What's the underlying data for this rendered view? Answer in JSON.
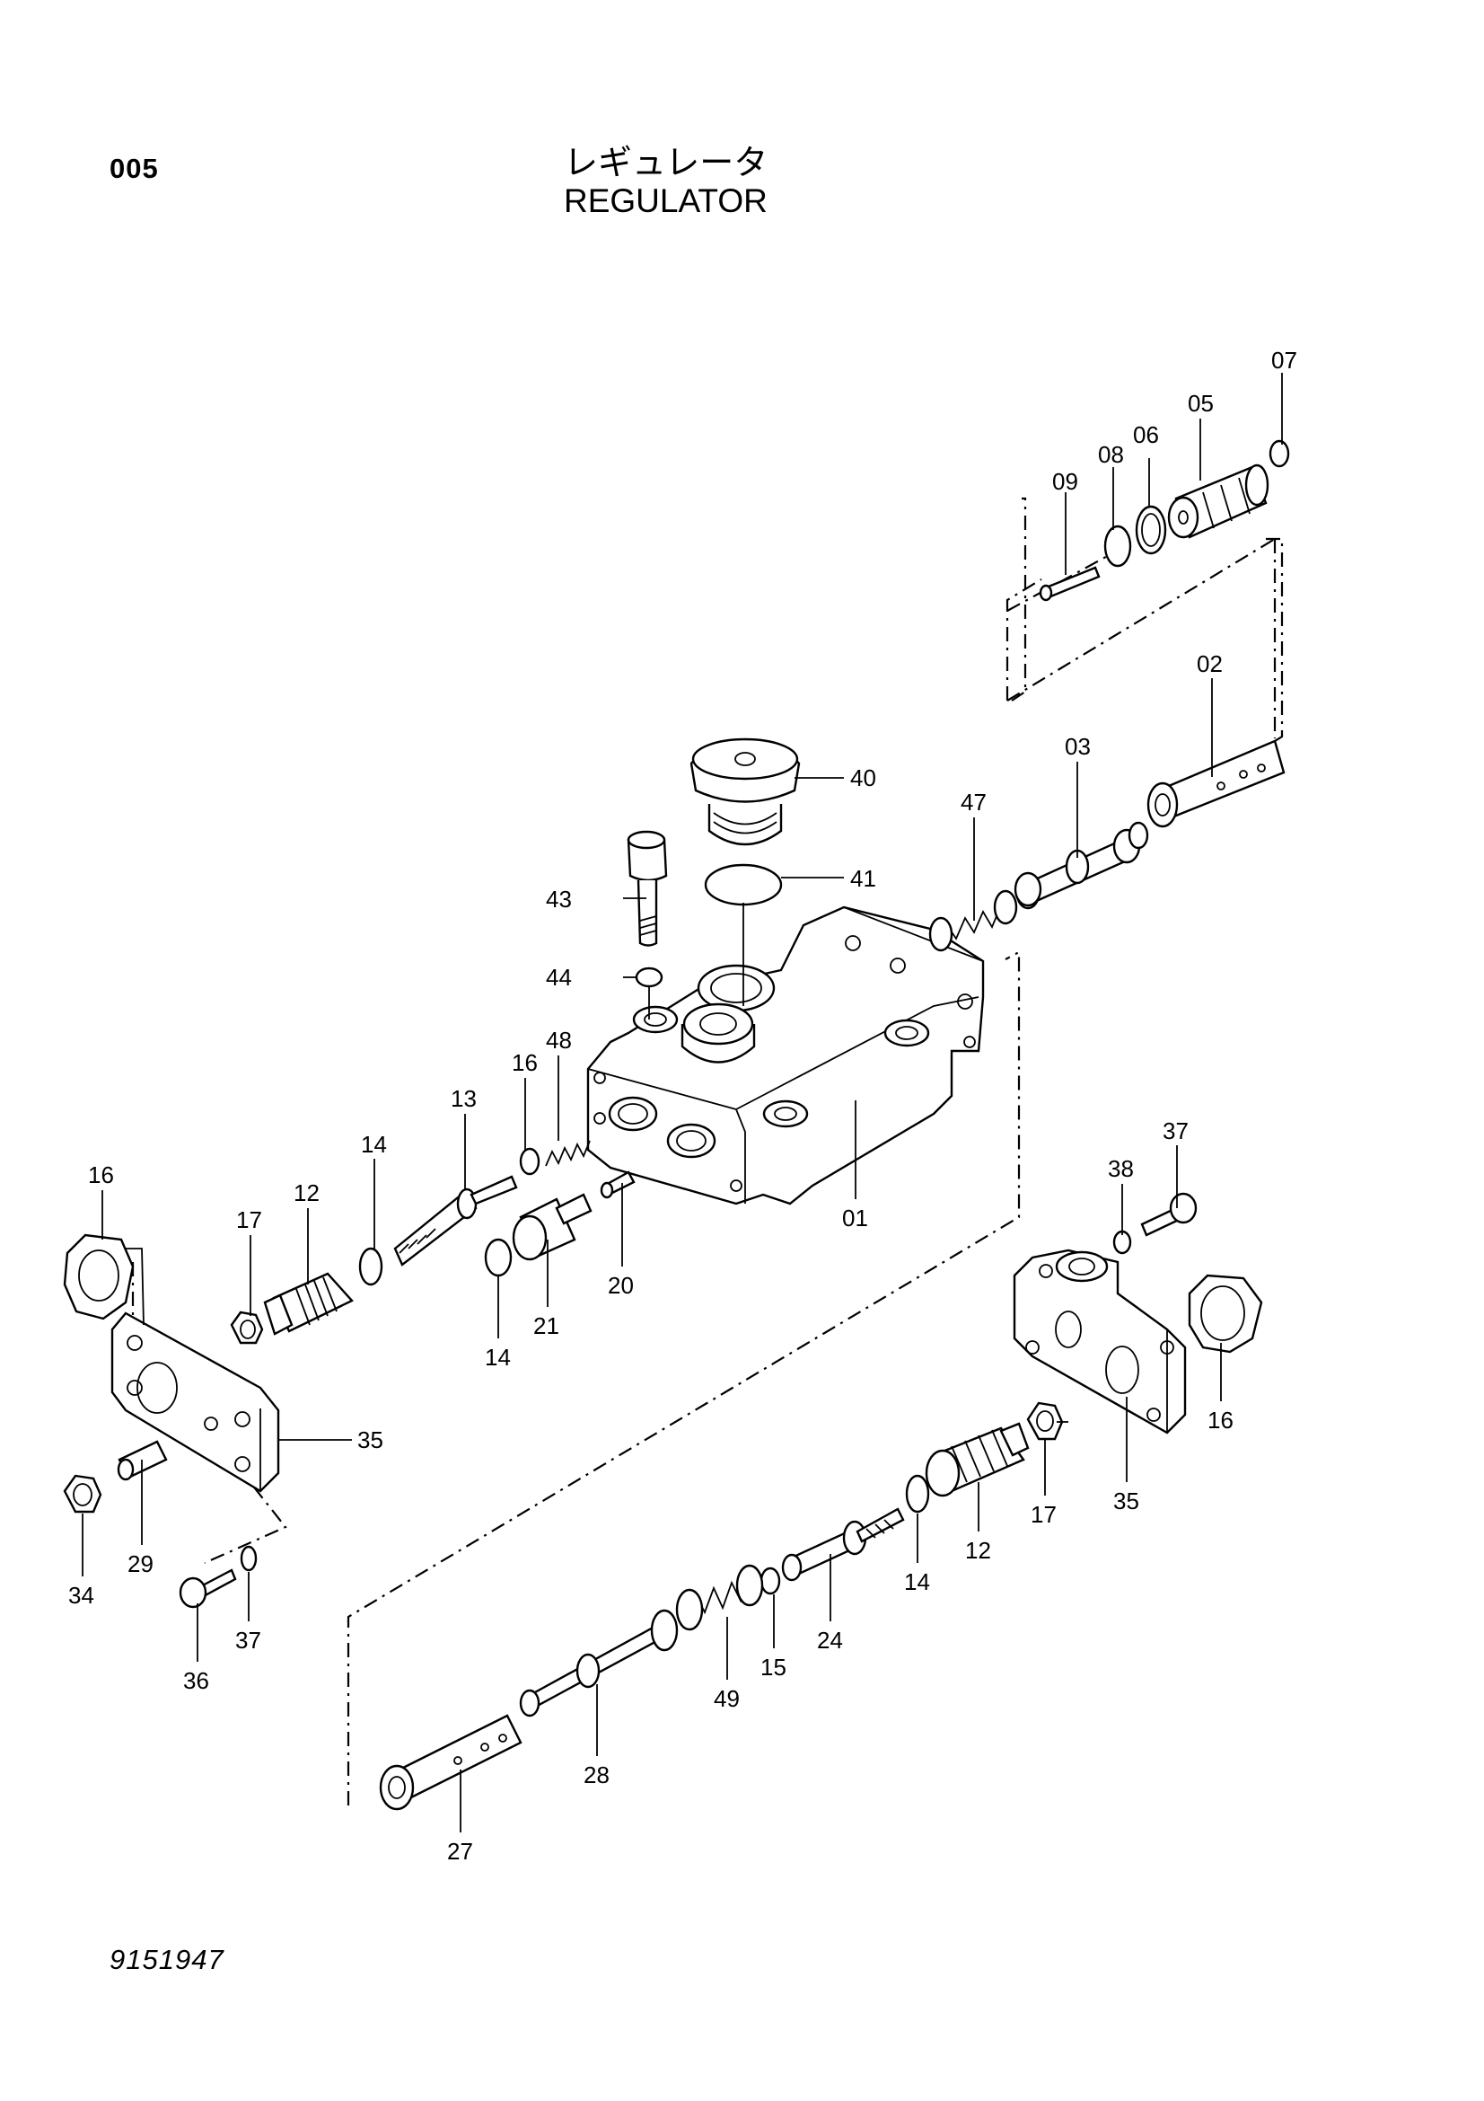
{
  "header": {
    "page_number": "005",
    "title_ja": "レギュレータ",
    "title_en": "REGULATOR"
  },
  "footer": {
    "figure_number": "9151947"
  },
  "callouts": [
    "01",
    "02",
    "03",
    "05",
    "06",
    "07",
    "08",
    "09",
    "12",
    "12",
    "13",
    "14",
    "14",
    "14",
    "15",
    "15",
    "16",
    "16",
    "17",
    "17",
    "20",
    "21",
    "24",
    "27",
    "28",
    "29",
    "34",
    "35",
    "36",
    "37",
    "37",
    "38",
    "38",
    "40",
    "41",
    "43",
    "44",
    "47",
    "48",
    "49"
  ]
}
